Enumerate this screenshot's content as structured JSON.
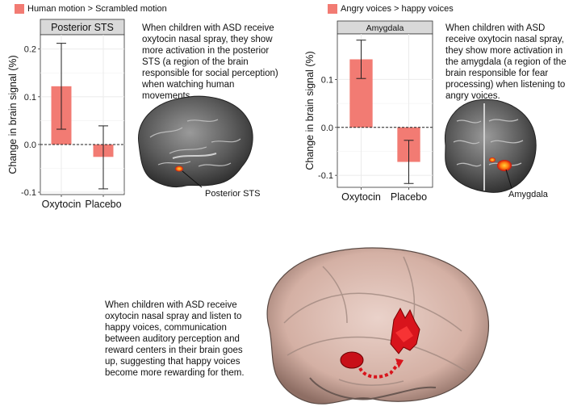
{
  "colors": {
    "bar": "#f27b73",
    "strip": "#d9d9d9",
    "panel_bg": "#ffffff",
    "grid": "#ebebeb",
    "brain_dark": "#3a3a3a",
    "brain_mid": "#8a8a8a",
    "brain_3d": "#d9b8ad",
    "activation": "#d8141c"
  },
  "chart_data": [
    {
      "type": "bar",
      "legend": "Human motion > Scrambled motion",
      "title": "Posterior STS",
      "categories": [
        "Oxytocin",
        "Placebo"
      ],
      "values": [
        0.122,
        -0.026
      ],
      "error_low": [
        0.032,
        -0.093
      ],
      "error_high": [
        0.212,
        0.039
      ],
      "ylabel": "Change in brain signal (%)",
      "ylim": [
        -0.105,
        0.23
      ],
      "yticks": [
        -0.1,
        0.0,
        0.1,
        0.2
      ],
      "ytick_labels": [
        "-0.1",
        "0.0",
        "0.1",
        "0.2"
      ],
      "reference_line": 0,
      "grid": true,
      "description": "When children with ASD receive oxytocin nasal spray, they show more activation in the posterior STS (a region of the brain responsible for social perception) when watching human movements.",
      "brain_label": "Posterior STS"
    },
    {
      "type": "bar",
      "legend": "Angry voices > happy voices",
      "title": "Amygdala",
      "categories": [
        "Oxytocin",
        "Placebo"
      ],
      "values": [
        0.142,
        -0.072
      ],
      "error_low": [
        0.102,
        -0.117
      ],
      "error_high": [
        0.182,
        -0.027
      ],
      "ylabel": "Change in brain signal (%)",
      "ylim": [
        -0.125,
        0.195
      ],
      "yticks": [
        -0.1,
        0.0,
        0.1
      ],
      "ytick_labels": [
        "-0.1",
        "0.0",
        "0.1"
      ],
      "reference_line": 0,
      "grid": true,
      "description": "When children with ASD receive oxytocin nasal spray, they show more activation in the amygdala (a region of the brain responsible for fear processing) when listening to angry voices.",
      "brain_label": "Amygdala"
    }
  ],
  "bottom": {
    "description": "When children with ASD receive oxytocin nasal spray and listen to happy voices, communication between auditory perception and reward centers in their brain goes up, suggesting that happy voices become more rewarding for them."
  }
}
